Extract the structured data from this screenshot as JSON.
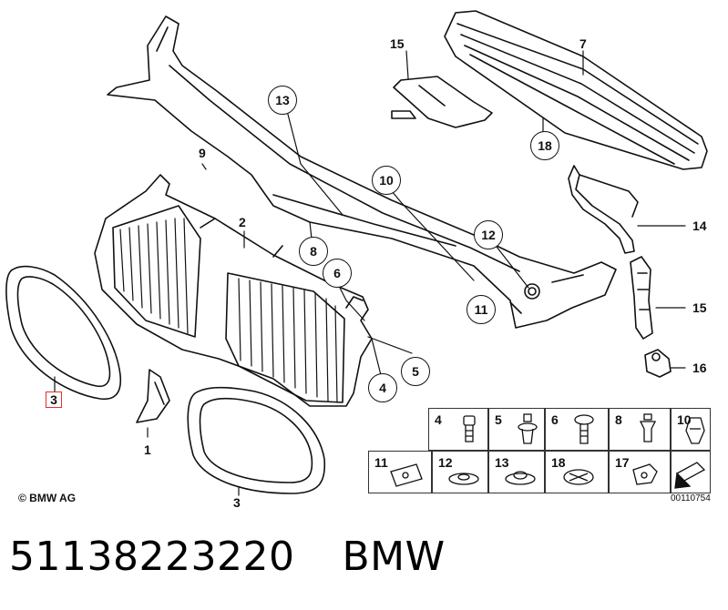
{
  "callouts": {
    "c1": "1",
    "c2": "2",
    "c3a": "3",
    "c3b": "3",
    "c4": "4",
    "c5": "5",
    "c6": "6",
    "c7": "7",
    "c8": "8",
    "c9": "9",
    "c10": "10",
    "c11": "11",
    "c12": "12",
    "c13": "13",
    "c14": "14",
    "c15a": "15",
    "c15b": "15",
    "c16": "16",
    "c18": "18"
  },
  "highlight": {
    "color": "#e0302a"
  },
  "legend": {
    "row1": [
      "4",
      "5",
      "6",
      "8",
      "10"
    ],
    "row2": [
      "11",
      "12",
      "13",
      "18",
      "17"
    ]
  },
  "copyright": "© BMW AG",
  "doc_number": "00110754",
  "footer": {
    "part_number": "51138223220",
    "brand": "BMW"
  }
}
